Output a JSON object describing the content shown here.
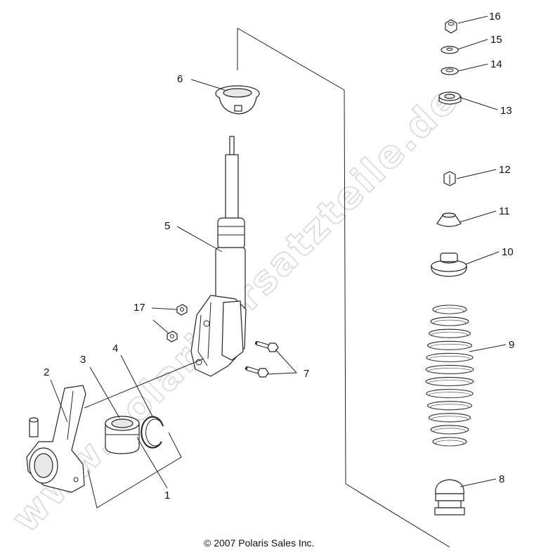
{
  "watermark": "www.polarisersatzteile.de",
  "copyright": "© 2007 Polaris Sales Inc.",
  "callouts": {
    "c1": "1",
    "c2": "2",
    "c3": "3",
    "c4": "4",
    "c5": "5",
    "c6": "6",
    "c7": "7",
    "c8": "8",
    "c9": "9",
    "c10": "10",
    "c11": "11",
    "c12": "12",
    "c13": "13",
    "c14": "14",
    "c15": "15",
    "c16": "16",
    "c17": "17"
  }
}
